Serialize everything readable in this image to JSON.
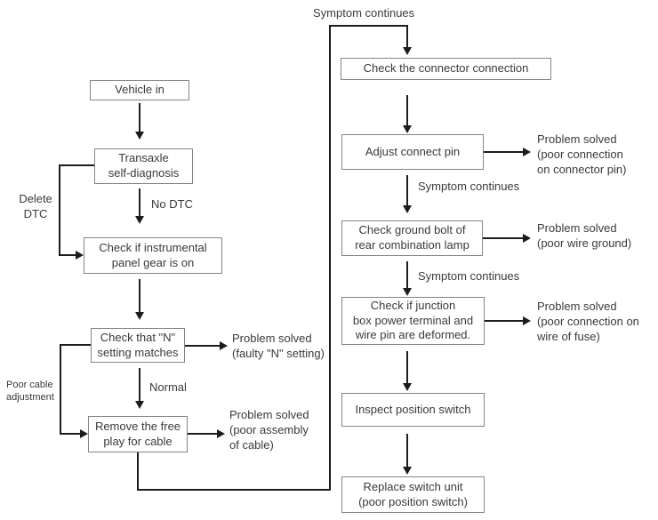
{
  "diagram": {
    "nodes": {
      "vehicle_in": "Vehicle in",
      "transaxle": "Transaxle\nself-diagnosis",
      "instrument_panel": "Check if instrumental\npanel gear is on",
      "check_n_setting": "Check that \"N\"\nsetting matches",
      "remove_free_play": "Remove the free\nplay for cable",
      "connector_connection": "Check the connector connection",
      "adjust_connect_pin": "Adjust connect pin",
      "ground_bolt": "Check ground bolt of\nrear combination lamp",
      "junction_box": "Check if junction\nbox power terminal and\nwire pin are deformed.",
      "inspect_position_switch": "Inspect position switch",
      "replace_switch_unit": "Replace switch unit\n(poor position switch)"
    },
    "outcomes": {
      "faulty_n_setting": "Problem solved\n(faulty \"N\" setting)",
      "poor_assembly_cable": "Problem solved\n(poor assembly\nof cable)",
      "poor_connection_pin": "Problem solved\n(poor connection\non connector pin)",
      "poor_wire_ground": "Problem solved\n(poor wire ground)",
      "poor_wire_fuse": "Problem solved\n(poor connection on\nwire of fuse)"
    },
    "edge_labels": {
      "delete_dtc": "Delete\nDTC",
      "no_dtc": "No DTC",
      "normal": "Normal",
      "poor_cable_adjustment": "Poor cable\nadjustment",
      "symptom_continues_top": "Symptom continues",
      "symptom_continues_1": "Symptom continues",
      "symptom_continues_2": "Symptom continues"
    },
    "colors": {
      "background": "#ffffff",
      "box_border": "#848484",
      "text": "#3a3a3a",
      "line": "#1c1c1c"
    }
  }
}
